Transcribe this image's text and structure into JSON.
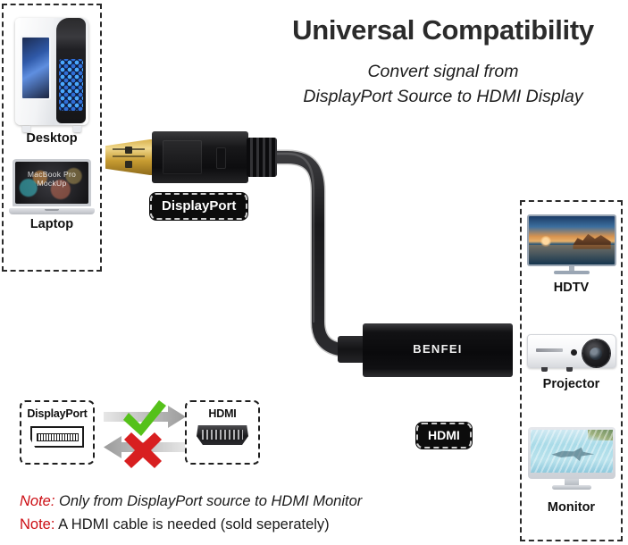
{
  "header": {
    "title": "Universal Compatibility",
    "subtitle_line1": "Convert signal from",
    "subtitle_line2": "DisplayPort Source to HDMI Display"
  },
  "source_panel": {
    "name": "source-devices",
    "devices": [
      {
        "label": "Desktop",
        "icon": "desktop-tower-icon"
      },
      {
        "label": "Laptop",
        "icon": "laptop-icon",
        "screen_text_line1": "MacBook Pro",
        "screen_text_line2": "MockUp"
      }
    ]
  },
  "dest_panel": {
    "name": "destination-devices",
    "devices": [
      {
        "label": "HDTV",
        "icon": "hdtv-icon"
      },
      {
        "label": "Projector",
        "icon": "projector-icon"
      },
      {
        "label": "Monitor",
        "icon": "monitor-icon"
      }
    ]
  },
  "cable": {
    "dp_badge": "DisplayPort",
    "hdmi_badge": "HDMI",
    "adapter_brand": "BENFEI",
    "cable_color": "#1d1d1f",
    "connector_gold": "#d4ab48"
  },
  "compatibility": {
    "left_port": {
      "label": "DisplayPort",
      "icon": "displayport-port-icon"
    },
    "right_port": {
      "label": "HDMI",
      "icon": "hdmi-port-icon"
    },
    "forward": {
      "icon": "green-check-icon",
      "color": "#55c11a",
      "direction": "right"
    },
    "reverse": {
      "icon": "red-x-icon",
      "color": "#d81f20",
      "direction": "left"
    }
  },
  "notes": {
    "key": "Note:",
    "key_color": "#cc0e14",
    "line1": " Only from DisplayPort source to HDMI Monitor",
    "line2": " A HDMI cable is needed (sold seperately)"
  }
}
